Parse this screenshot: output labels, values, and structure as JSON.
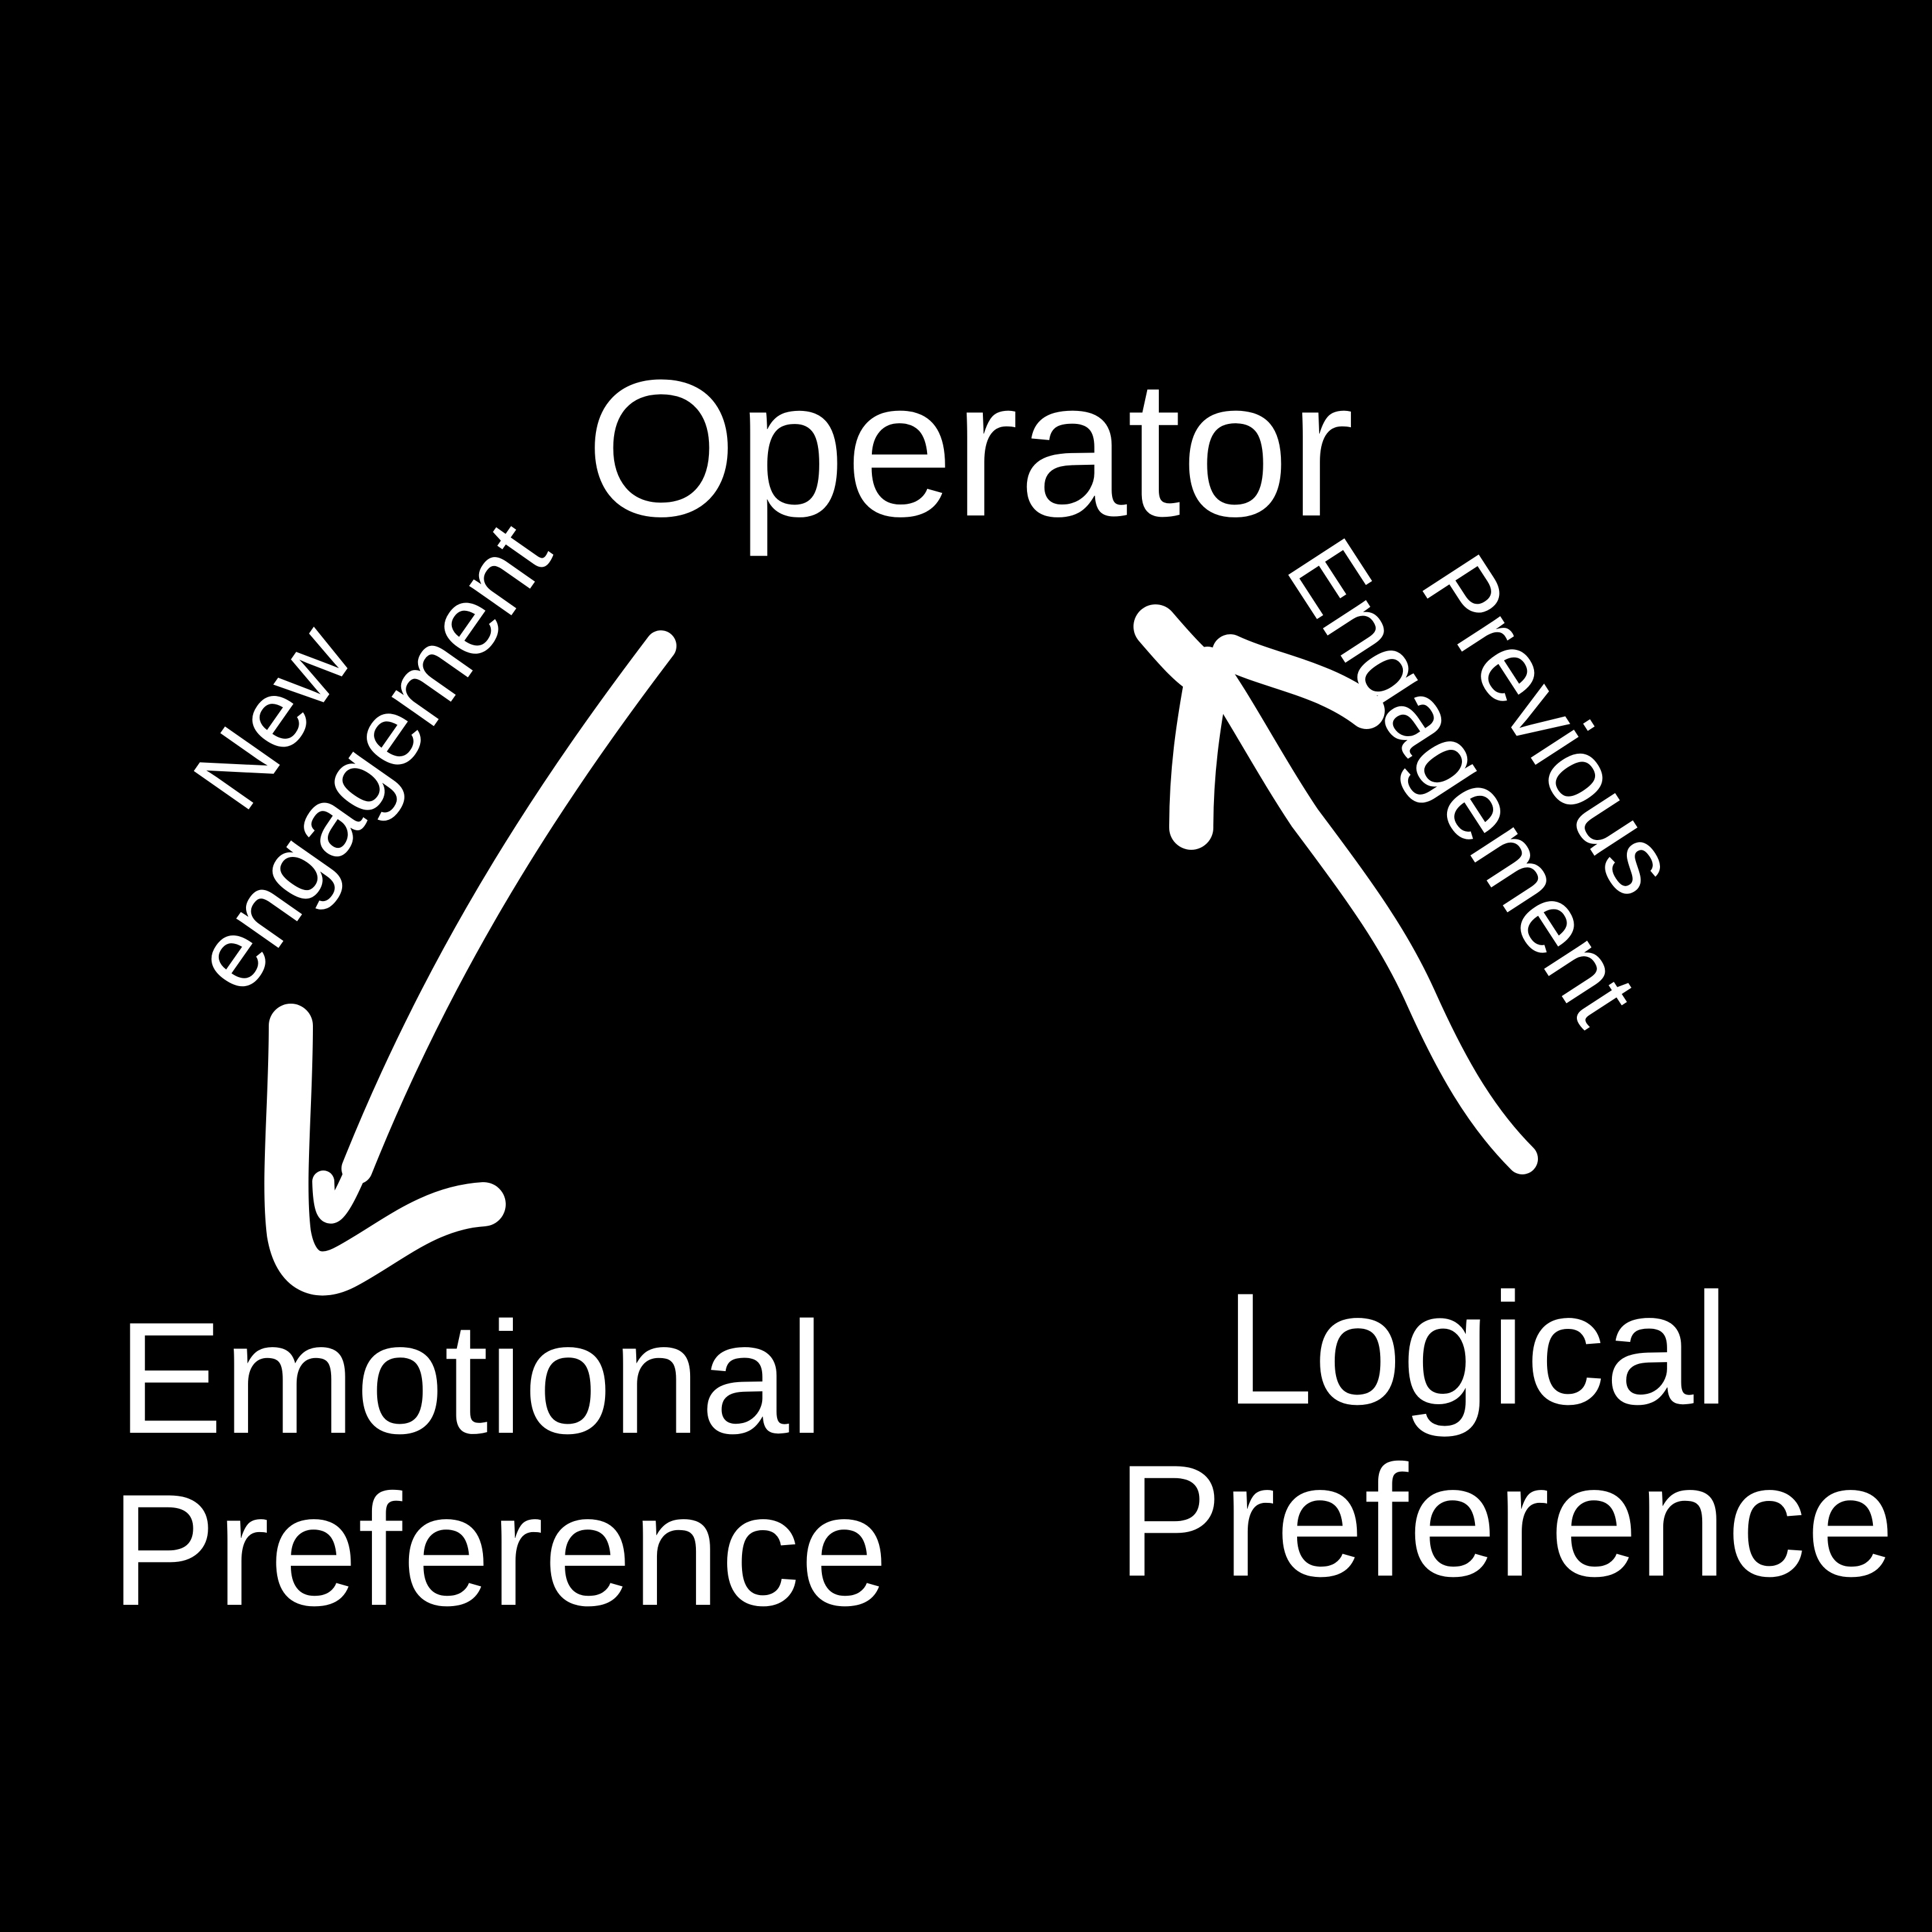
{
  "nodes": {
    "operator": "Operator",
    "emotional": [
      "Emotional",
      "Preference"
    ],
    "logical": [
      "Logical",
      "Preference"
    ]
  },
  "edges": {
    "new_engagement": [
      "New",
      "engagement"
    ],
    "previous_engagement": [
      "Previous",
      "Engagement"
    ]
  },
  "colors": {
    "background": "#000000",
    "foreground": "#ffffff"
  }
}
